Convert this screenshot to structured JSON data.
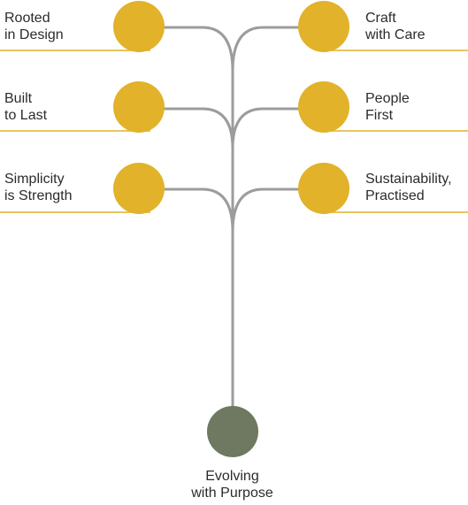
{
  "colors": {
    "accent_gold": "#e1b22a",
    "root_green": "#6f7860",
    "branch_gray": "#9c9c9c",
    "text": "#2b2b2b"
  },
  "values": [
    {
      "line1": "Rooted",
      "line2": "in Design"
    },
    {
      "line1": "Craft",
      "line2": "with Care"
    },
    {
      "line1": "Built",
      "line2": "to Last"
    },
    {
      "line1": "People",
      "line2": "First"
    },
    {
      "line1": "Simplicity",
      "line2": "is Strength"
    },
    {
      "line1": "Sustainability,",
      "line2": "Practised"
    }
  ],
  "root": {
    "line1": "Evolving",
    "line2": "with Purpose"
  }
}
